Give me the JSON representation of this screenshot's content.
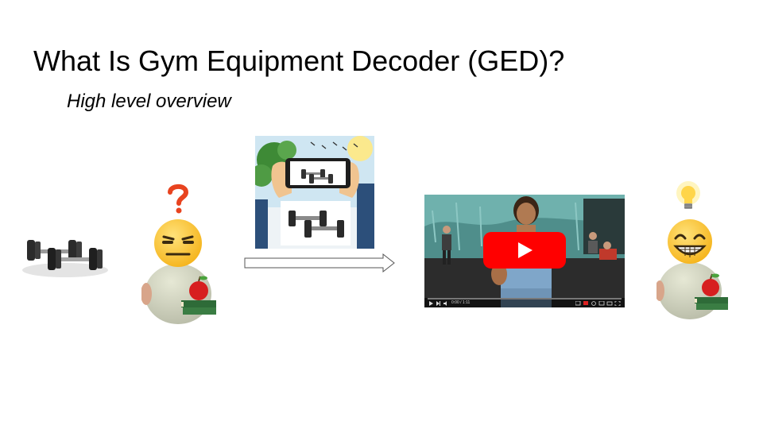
{
  "slide": {
    "title": "What Is Gym Equipment Decoder (GED)?",
    "subtitle": "High level overview"
  },
  "video": {
    "time": "0:00 / 1:11",
    "player_color": "#ff0000"
  },
  "icons": {
    "dumbbells": "dumbbells-icon",
    "confused_person": "confused-student-icon",
    "question_mark": "question-mark-icon",
    "phone_scan": "phone-scan-icon",
    "arrow": "arrow-right-icon",
    "video": "youtube-video-thumbnail",
    "lightbulb": "lightbulb-icon",
    "happy_person": "happy-student-icon"
  }
}
